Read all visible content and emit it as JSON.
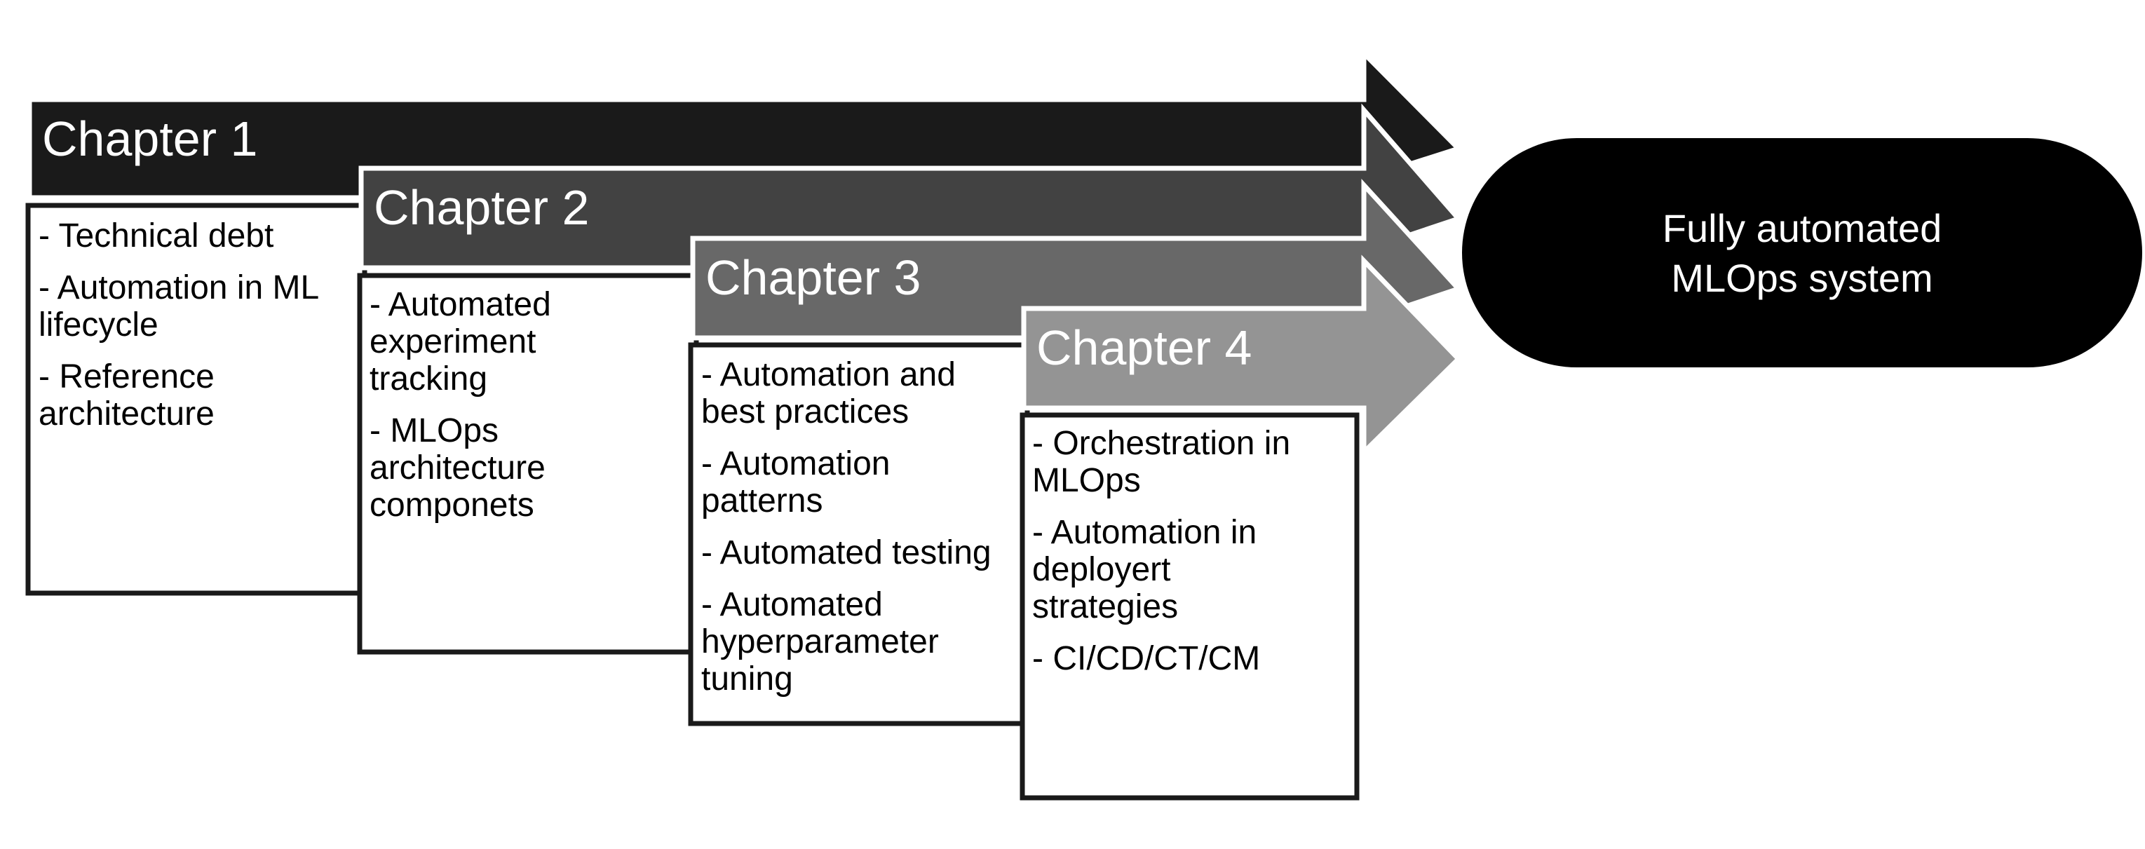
{
  "diagram": {
    "colors": {
      "chapter_1": "#1a1a1a",
      "chapter_2": "#424242",
      "chapter_3": "#686868",
      "chapter_4": "#949494",
      "goal": "#000000",
      "outline": "#ffffff",
      "box_border": "#1a1a1a"
    },
    "chapters": [
      {
        "title": "Chapter 1",
        "items": [
          [
            "- Technical debt"
          ],
          [
            "- Automation in ML",
            "lifecycle"
          ],
          [
            "- Reference",
            "architecture"
          ]
        ]
      },
      {
        "title": "Chapter 2",
        "items": [
          [
            "- Automated",
            "experiment",
            "tracking"
          ],
          [
            "- MLOps",
            "architecture",
            "componets"
          ]
        ]
      },
      {
        "title": "Chapter 3",
        "items": [
          [
            "- Automation and",
            "best practices"
          ],
          [
            "- Automation",
            "patterns"
          ],
          [
            "- Automated testing"
          ],
          [
            "- Automated",
            "hyperparameter",
            "tuning"
          ]
        ]
      },
      {
        "title": "Chapter 4",
        "items": [
          [
            "- Orchestration in",
            "MLOps"
          ],
          [
            "- Automation in",
            "deployert",
            "strategies"
          ],
          [
            "- CI/CD/CT/CM"
          ]
        ]
      }
    ],
    "goal": {
      "lines": [
        "Fully automated",
        "MLOps system"
      ]
    }
  }
}
